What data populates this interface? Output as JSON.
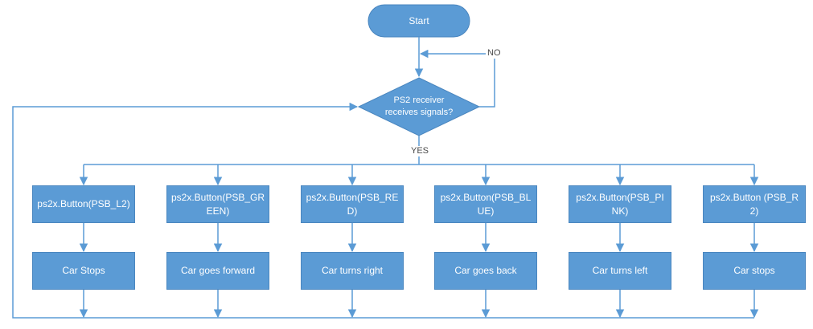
{
  "diagram": {
    "start": "Start",
    "decision": "PS2 receiver receives signals?",
    "no_label": "NO",
    "yes_label": "YES",
    "buttons": [
      "ps2x.Button(PSB_L2)",
      "ps2x.Button(PSB_GREEN)",
      "ps2x.Button(PSB_RED)",
      "ps2x.Button(PSB_BLUE)",
      "ps2x.Button(PSB_PINK)",
      "ps2x.Button (PSB_R2)"
    ],
    "actions": [
      "Car Stops",
      "Car goes forward",
      "Car turns right",
      "Car goes back",
      "Car turns left",
      "Car stops"
    ]
  },
  "colors": {
    "node_fill": "#5b9bd5",
    "node_stroke": "#4a86bf",
    "connector": "#5b9bd5",
    "text": "#ffffff"
  }
}
